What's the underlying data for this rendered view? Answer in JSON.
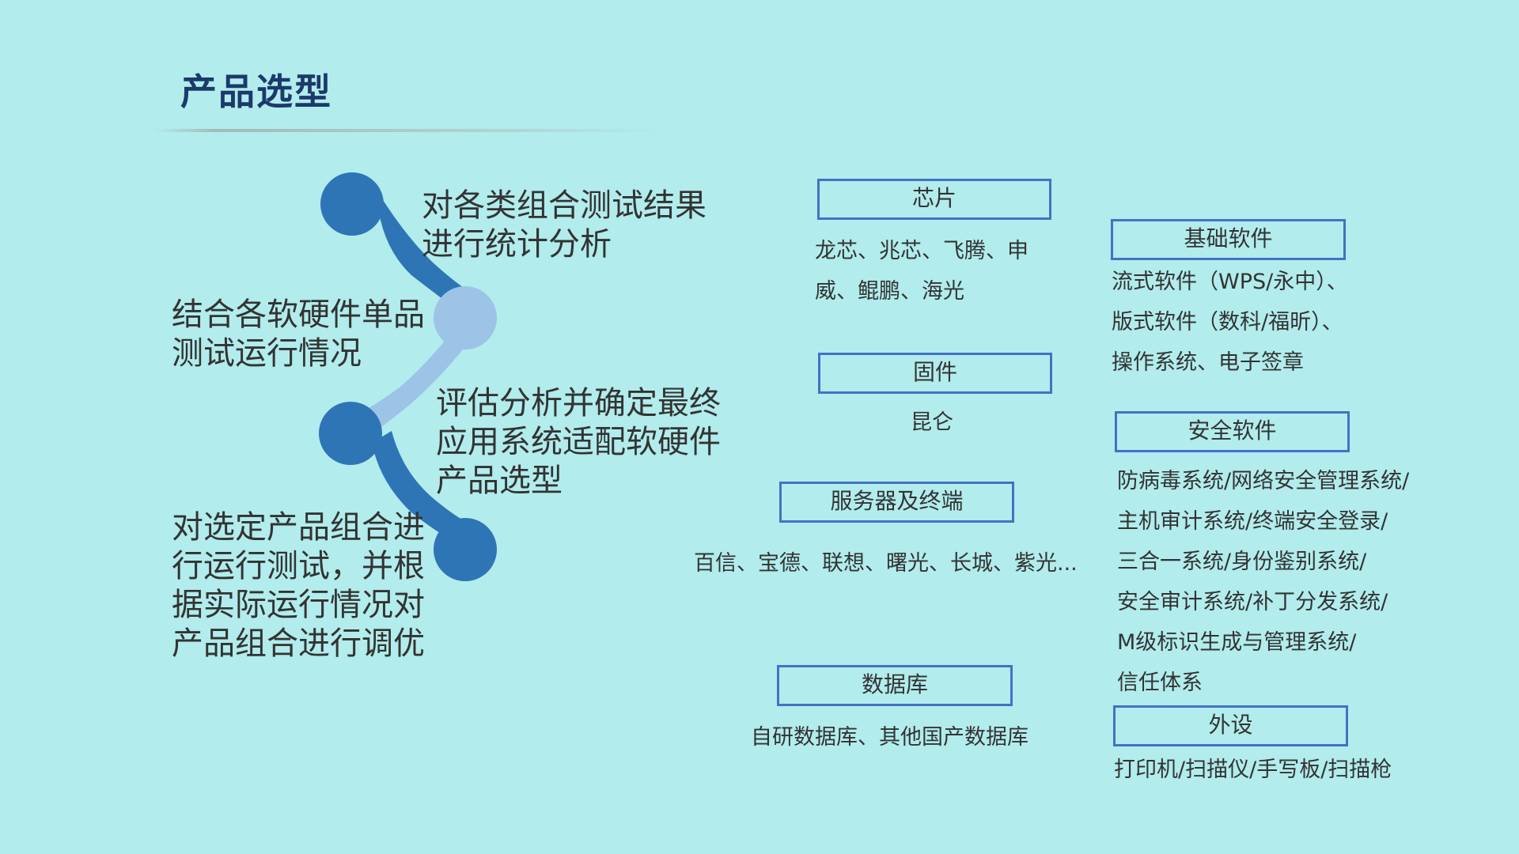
{
  "page": {
    "title": "产品选型",
    "background_color": "#b2ecec",
    "title_color": "#1b3a6b",
    "accent_dark": "#2e75b6",
    "accent_light": "#9dc3e6",
    "box_border_color": "#4472c4"
  },
  "flow": {
    "steps": [
      {
        "text": "对各类组合测试结果\n进行统计分析"
      },
      {
        "text": "结合各软硬件单品\n测试运行情况"
      },
      {
        "text": "评估分析并确定最终\n应用系统适配软硬件\n产品选型"
      },
      {
        "text": "对选定产品组合进\n行运行测试，并根\n据实际运行情况对\n产品组合进行调优"
      }
    ]
  },
  "categories": {
    "chip": {
      "label": "芯片",
      "items": "龙芯、兆芯、飞腾、申\n威、鲲鹏、海光"
    },
    "firmware": {
      "label": "固件",
      "items": "昆仑"
    },
    "server_terminal": {
      "label": "服务器及终端",
      "items": "百信、宝德、联想、曙光、长城、紫光..."
    },
    "database": {
      "label": "数据库",
      "items": "自研数据库、其他国产数据库"
    },
    "base_software": {
      "label": "基础软件",
      "items": "流式软件（WPS/永中）、\n版式软件（数科/福昕）、\n操作系统、电子签章"
    },
    "security_software": {
      "label": "安全软件",
      "items": "防病毒系统/网络安全管理系统/\n主机审计系统/终端安全登录/\n三合一系统/身份鉴别系统/\n安全审计系统/补丁分发系统/\nM级标识生成与管理系统/\n信任体系"
    },
    "peripherals": {
      "label": "外设",
      "items": "打印机/扫描仪/手写板/扫描枪"
    }
  }
}
